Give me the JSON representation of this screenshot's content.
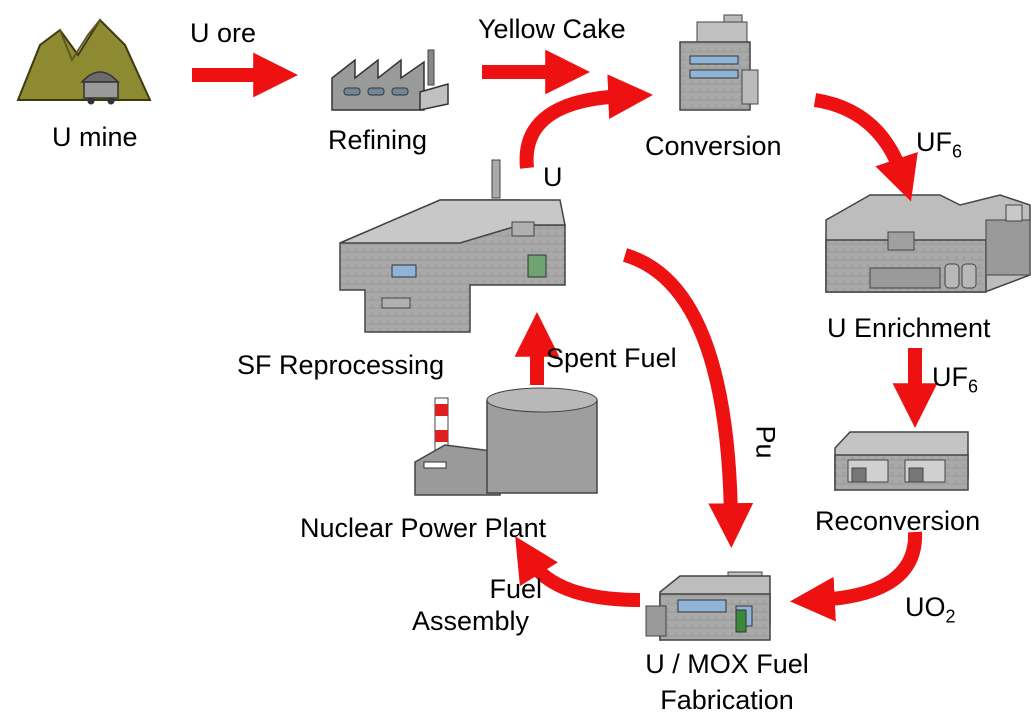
{
  "labels": {
    "u_mine": "U mine",
    "u_ore": "U ore",
    "refining": "Refining",
    "yellow_cake": "Yellow Cake",
    "conversion": "Conversion",
    "u": "U",
    "uf6_a_base": "UF",
    "uf6_a_sub": "6",
    "u_enrichment": "U Enrichment",
    "uf6_b_base": "UF",
    "uf6_b_sub": "6",
    "reconversion": "Reconversion",
    "uo2_base": "UO",
    "uo2_sub": "2",
    "fabrication_line1": "U / MOX Fuel",
    "fabrication_line2": "Fabrication",
    "fuel_assembly_line1": "Fuel",
    "fuel_assembly_line2": "Assembly",
    "nuclear_power_plant": "Nuclear Power Plant",
    "spent_fuel": "Spent Fuel",
    "sf_reprocessing": "SF Reprocessing",
    "pu": "Pu"
  },
  "colors": {
    "arrow": "#ee1111",
    "building_fill": "#a9a9a9",
    "building_light": "#c8c8c8",
    "building_dark": "#7a7a7a",
    "window": "#8fb4d8",
    "mine": "#8e8a32",
    "mine_dark": "#5e5a1e"
  }
}
